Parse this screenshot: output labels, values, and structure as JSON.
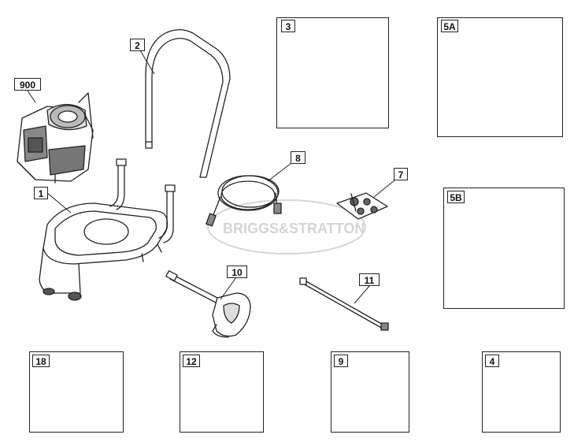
{
  "diagram": {
    "watermark": "BRIGGS&STRATTON",
    "callouts": {
      "engine": "900",
      "frame_base": "1",
      "handle": "2",
      "bracket_kit": "3",
      "pump_5a": "5A",
      "hose": "8",
      "hardware_kit_7": "7",
      "pump_5b": "5B",
      "spray_gun": "10",
      "lance": "11",
      "wheel": "18",
      "bolt_kit_12": "12",
      "wheel_kit_9": "9",
      "foot_kit_4": "4"
    }
  }
}
